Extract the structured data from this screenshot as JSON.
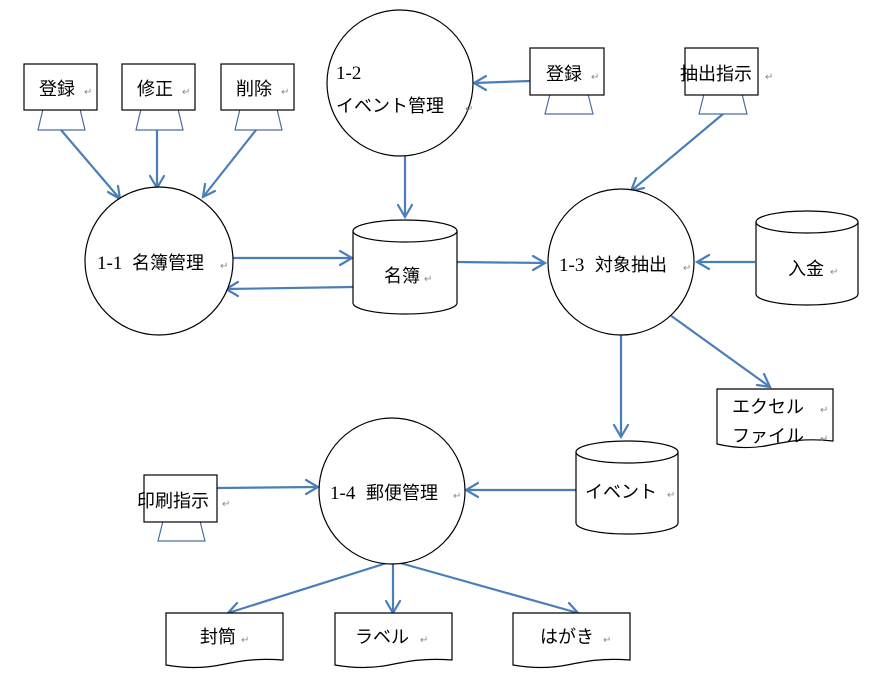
{
  "diagram": {
    "type": "data-flow-diagram",
    "return_mark": "↵",
    "processes": [
      {
        "id": "p11",
        "number": "1-1",
        "label": "名簿管理"
      },
      {
        "id": "p12",
        "number": "1-2",
        "label": "イベント管理"
      },
      {
        "id": "p13",
        "number": "1-3",
        "label": "対象抽出"
      },
      {
        "id": "p14",
        "number": "1-4",
        "label": "郵便管理"
      }
    ],
    "datastores": [
      {
        "id": "ds_meibo",
        "label": "名簿"
      },
      {
        "id": "ds_nyukin",
        "label": "入金"
      },
      {
        "id": "ds_event",
        "label": "イベント"
      }
    ],
    "terminals": [
      {
        "id": "t_toroku1",
        "label": "登録"
      },
      {
        "id": "t_shusei",
        "label": "修正"
      },
      {
        "id": "t_sakujo",
        "label": "削除"
      },
      {
        "id": "t_toroku2",
        "label": "登録"
      },
      {
        "id": "t_chushutsu",
        "label": "抽出指示"
      },
      {
        "id": "t_insatsu",
        "label": "印刷指示"
      }
    ],
    "documents": [
      {
        "id": "d_excel",
        "lines": [
          "エクセル",
          "ファイル"
        ]
      },
      {
        "id": "d_futo",
        "lines": [
          "封筒"
        ]
      },
      {
        "id": "d_label",
        "lines": [
          "ラベル"
        ]
      },
      {
        "id": "d_hagaki",
        "lines": [
          "はがき"
        ]
      }
    ],
    "flows": [
      {
        "from": "t_toroku1",
        "to": "p11"
      },
      {
        "from": "t_shusei",
        "to": "p11"
      },
      {
        "from": "t_sakujo",
        "to": "p11"
      },
      {
        "from": "p11",
        "to": "ds_meibo"
      },
      {
        "from": "ds_meibo",
        "to": "p11"
      },
      {
        "from": "t_toroku2",
        "to": "p12"
      },
      {
        "from": "p12",
        "to": "ds_meibo"
      },
      {
        "from": "ds_meibo",
        "to": "p13"
      },
      {
        "from": "t_chushutsu",
        "to": "p13"
      },
      {
        "from": "ds_nyukin",
        "to": "p13"
      },
      {
        "from": "p13",
        "to": "d_excel"
      },
      {
        "from": "p13",
        "to": "ds_event"
      },
      {
        "from": "ds_event",
        "to": "p14"
      },
      {
        "from": "t_insatsu",
        "to": "p14"
      },
      {
        "from": "p14",
        "to": "d_futo"
      },
      {
        "from": "p14",
        "to": "d_label"
      },
      {
        "from": "p14",
        "to": "d_hagaki"
      }
    ]
  }
}
